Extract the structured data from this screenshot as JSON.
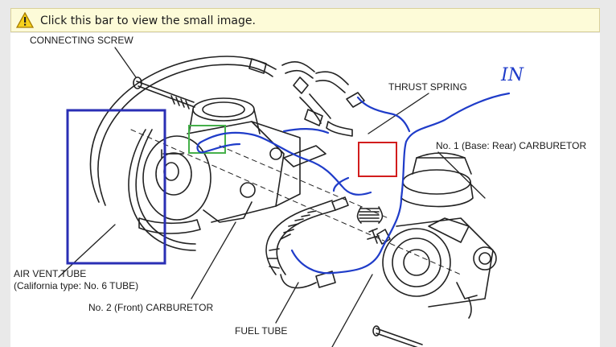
{
  "notification": {
    "text": "Click this bar to view the small image.",
    "icon": "warning-triangle-icon",
    "background": "#fdfbd8"
  },
  "diagram": {
    "labels": {
      "connecting_screw": "CONNECTING SCREW",
      "thrust_spring": "THRUST SPRING",
      "no1_carb": "No. 1 (Base: Rear) CARBURETOR",
      "air_vent_tube": "AIR VENT TUBE",
      "air_vent_note": "(California type: No. 6 TUBE)",
      "no2_carb": "No. 2 (Front) CARBURETOR",
      "fuel_tube": "FUEL TUBE",
      "handwritten_in": "IN"
    },
    "annotation_colors": {
      "blue_box": "#2a2fb5",
      "red_box": "#d21d1d",
      "green_box": "#45b04a",
      "pen": "#1f3cc9"
    }
  }
}
